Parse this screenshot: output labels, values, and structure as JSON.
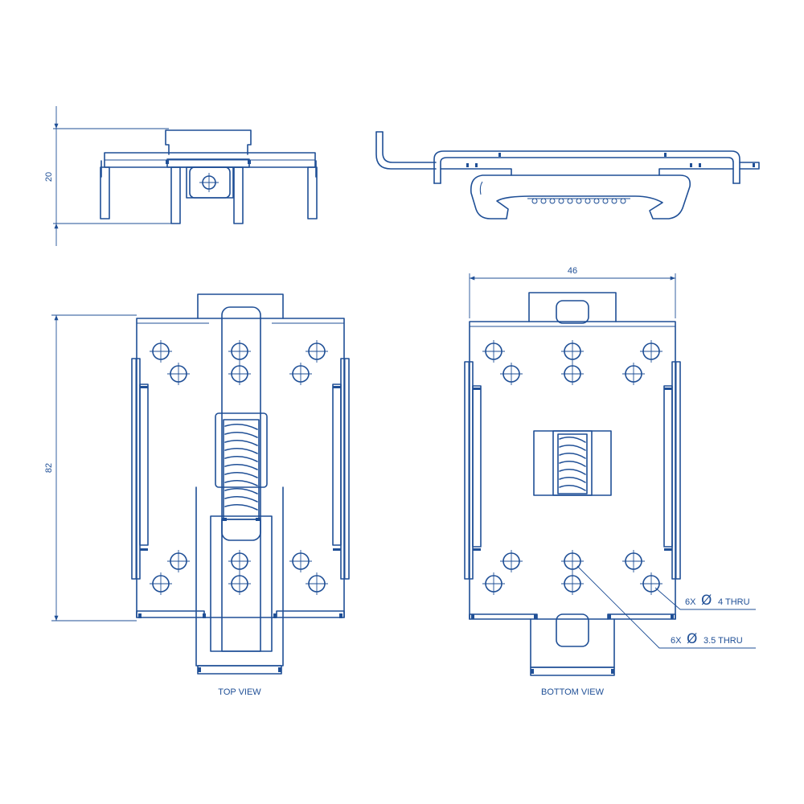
{
  "dimensions": {
    "height_front": "20",
    "length_top": "82",
    "width_bottom": "46"
  },
  "views": {
    "top_label": "TOP VIEW",
    "bottom_label": "BOTTOM VIEW"
  },
  "callouts": {
    "hole4_qty": "6X",
    "hole4_symbol": "Ø",
    "hole4_text": "4 THRU",
    "hole35_qty": "6X",
    "hole35_symbol": "Ø",
    "hole35_text": "3.5 THRU"
  },
  "colors": {
    "line": "#1f4f96",
    "background": "#ffffff"
  }
}
